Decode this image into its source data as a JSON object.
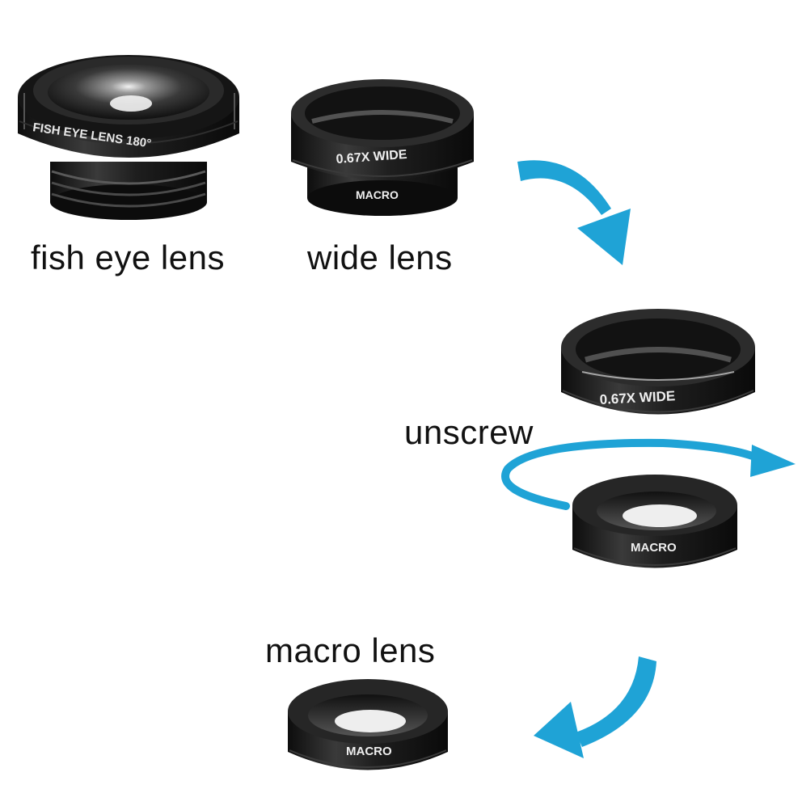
{
  "captions": {
    "fish_eye": "fish eye lens",
    "wide": "wide lens",
    "unscrew": "unscrew",
    "macro": "macro lens"
  },
  "engravings": {
    "fish_eye_rim": "FISH  EYE  LENS  180°",
    "wide_top": "0.67X WIDE",
    "wide_bottom": "MACRO",
    "detached_wide": "0.67X WIDE",
    "detached_macro": "MACRO",
    "single_macro": "MACRO"
  },
  "colors": {
    "arrow": "#1fa3d6",
    "lens_body": "#1b1b1b",
    "lens_highlight": "#6a6a6a",
    "text": "#111111"
  },
  "icons": {
    "arrow_1": "curved-arrow-down-right-icon",
    "arrow_2": "rotation-arrow-icon",
    "arrow_3": "curved-arrow-down-left-icon"
  }
}
